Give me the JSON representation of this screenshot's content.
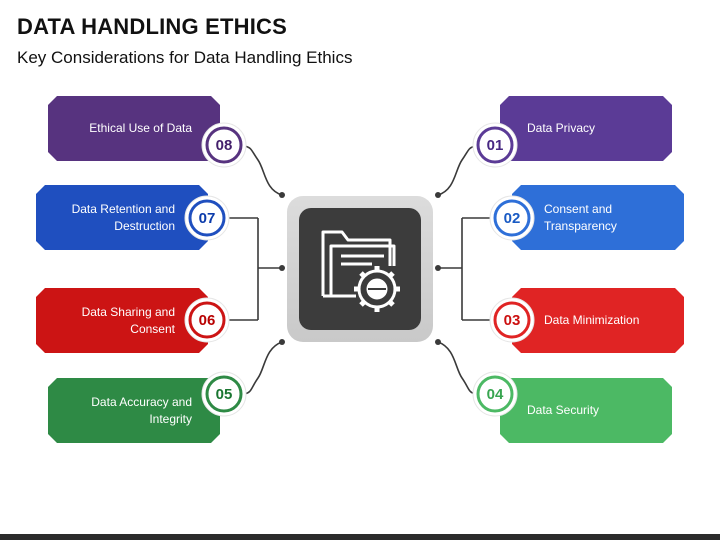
{
  "header": {
    "title": "DATA HANDLING ETHICS",
    "subtitle": "Key Considerations for Data Handling Ethics"
  },
  "center": {
    "icon": "folder-gear-icon"
  },
  "items": [
    {
      "num": "01",
      "label": "Data Privacy",
      "color": "#5b3b96",
      "side": "right"
    },
    {
      "num": "02",
      "label": "Consent and Transparency",
      "color": "#2e6fd8",
      "side": "right"
    },
    {
      "num": "03",
      "label": "Data Minimization",
      "color": "#e02424",
      "side": "right"
    },
    {
      "num": "04",
      "label": "Data Security",
      "color": "#4cb964",
      "side": "right"
    },
    {
      "num": "05",
      "label": "Data Accuracy and Integrity",
      "color": "#2e8a45",
      "side": "left"
    },
    {
      "num": "06",
      "label": "Data Sharing and Consent",
      "color": "#cc1414",
      "side": "left"
    },
    {
      "num": "07",
      "label": "Data Retention and Destruction",
      "color": "#1f4fbf",
      "side": "left"
    },
    {
      "num": "08",
      "label": "Ethical Use of Data",
      "color": "#57337f",
      "side": "left"
    }
  ]
}
